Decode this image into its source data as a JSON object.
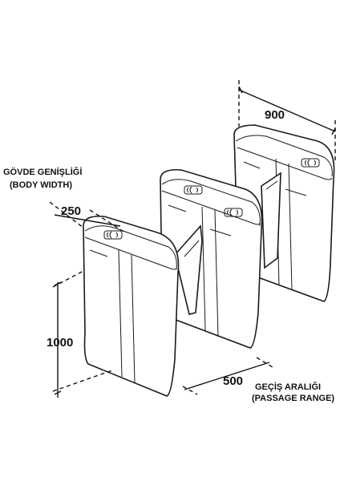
{
  "labels": {
    "body_width_tr": "GÖVDE GENİŞLİĞİ",
    "body_width_en": "(BODY WIDTH)",
    "passage_tr": "GEÇİŞ ARALIĞI",
    "passage_en": "(PASSAGE RANGE)"
  },
  "dimensions": {
    "length": "900",
    "width": "250",
    "height": "1000",
    "passage": "500"
  }
}
